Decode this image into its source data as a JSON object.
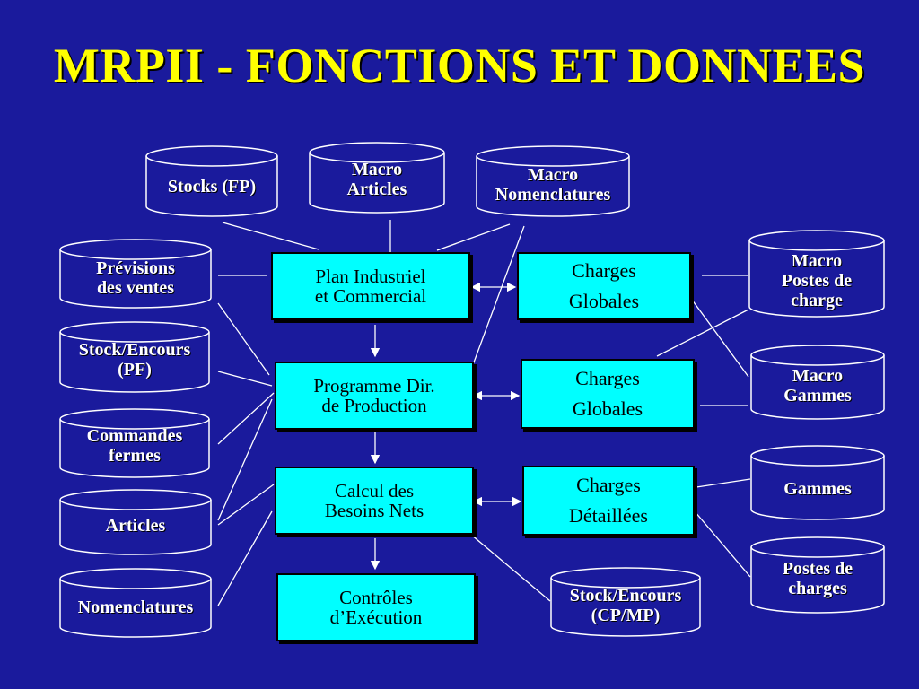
{
  "title": "MRPII - FONCTIONS ET DONNEES",
  "databases": {
    "stocks_fp": "Stocks (FP)",
    "macro_articles": "Macro\nArticles",
    "macro_nomenclatures": "Macro\nNomenclatures",
    "previsions": "Prévisions\ndes ventes",
    "stock_encours_pf": "Stock/Encours\n(PF)",
    "commandes": "Commandes\nfermes",
    "articles": "Articles",
    "nomenclatures": "Nomenclatures",
    "macro_postes": "Macro\nPostes de\ncharge",
    "macro_gammes": "Macro\nGammes",
    "gammes": "Gammes",
    "postes_charges": "Postes de\ncharges",
    "stock_encours_cp": "Stock/Encours\n(CP/MP)"
  },
  "processes": {
    "pic": "Plan Industriel\net Commercial",
    "pdp": "Programme Dir.\nde Production",
    "cbn": "Calcul des\nBesoins Nets",
    "controles": "Contrôles\nd’Exécution"
  },
  "charges": {
    "globales_1": "Charges\nGlobales",
    "globales_2": "Charges\nGlobales",
    "detaillees": "Charges\nDétaillées"
  },
  "colors": {
    "background": "#1a1a9c",
    "title": "#ffff00",
    "process_fill": "#00ffff",
    "lines": "#ffffff"
  }
}
